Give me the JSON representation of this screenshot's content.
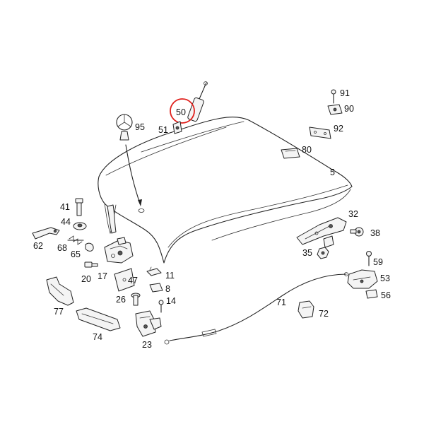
{
  "parts": [
    {
      "id": "hood",
      "label": "5"
    },
    {
      "id": "gas-strut",
      "label": "50"
    },
    {
      "id": "strut-bracket",
      "label": "51"
    },
    {
      "id": "star-emblem",
      "label": "95"
    },
    {
      "id": "screw-91",
      "label": "91"
    },
    {
      "id": "clip-90",
      "label": "90"
    },
    {
      "id": "plate-92",
      "label": "92"
    },
    {
      "id": "bracket-80",
      "label": "80"
    },
    {
      "id": "bolt-41",
      "label": "41"
    },
    {
      "id": "nut-44",
      "label": "44"
    },
    {
      "id": "lever-62",
      "label": "62"
    },
    {
      "id": "spring-68",
      "label": "68"
    },
    {
      "id": "clip-65",
      "label": "65"
    },
    {
      "id": "latch-17",
      "label": "17"
    },
    {
      "id": "bolt-20",
      "label": "20"
    },
    {
      "id": "bracket-47",
      "label": "47"
    },
    {
      "id": "clip-11",
      "label": "11"
    },
    {
      "id": "clip-8",
      "label": "8"
    },
    {
      "id": "bolt-26",
      "label": "26"
    },
    {
      "id": "screw-14",
      "label": "14"
    },
    {
      "id": "lock-23",
      "label": "23"
    },
    {
      "id": "seal-77",
      "label": "77"
    },
    {
      "id": "cover-74",
      "label": "74"
    },
    {
      "id": "hinge-32",
      "label": "32"
    },
    {
      "id": "bolt-38",
      "label": "38"
    },
    {
      "id": "nut-35",
      "label": "35"
    },
    {
      "id": "screw-59",
      "label": "59"
    },
    {
      "id": "handle-53",
      "label": "53"
    },
    {
      "id": "clip-56",
      "label": "56"
    },
    {
      "id": "cable-71",
      "label": "71"
    },
    {
      "id": "holder-72",
      "label": "72"
    }
  ],
  "highlight": {
    "label": "50",
    "color": "#e0201c"
  },
  "colors": {
    "line": "#222222",
    "background": "#ffffff"
  }
}
